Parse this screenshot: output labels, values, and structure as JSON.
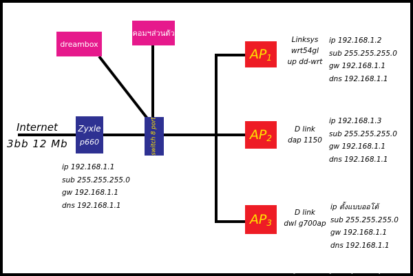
{
  "colors": {
    "pink": "#e6198c",
    "blue": "#2e3192",
    "red": "#ee1c25",
    "ap_text": "#ffe600"
  },
  "internet": {
    "line1": "Internet",
    "line2": "3bb 12 Mb"
  },
  "modem": {
    "line1": "Zyxle",
    "line2": "p660",
    "ip": "ip 192.168.1.1",
    "sub": "sub 255.255.255.0",
    "gw": "gw 192.168.1.1",
    "dns": "dns 192.168.1.1"
  },
  "switch": {
    "label": "switch 8 port"
  },
  "dreambox": {
    "label": "dreambox"
  },
  "pc": {
    "label": "คอมฯส่วนตัว"
  },
  "ap1": {
    "name": "AP",
    "num": "1",
    "desc1": "Linksys",
    "desc2": "wrt54gl",
    "desc3": "up dd-wrt",
    "ip": "ip 192.168.1.2",
    "sub": "sub 255.255.255.0",
    "gw": "gw 192.168.1.1",
    "dns": "dns 192.168.1.1"
  },
  "ap2": {
    "name": "AP",
    "num": "2",
    "desc1": "D link",
    "desc2": "dap 1150",
    "ip": "ip 192.168.1.3",
    "sub": "sub 255.255.255.0",
    "gw": "gw 192.168.1.1",
    "dns": "dns 192.168.1.1"
  },
  "ap3": {
    "name": "AP",
    "num": "3",
    "desc1": "D link",
    "desc2": "dwl g700ap",
    "ip": "ip ตั้งแบบออโต้",
    "sub": "sub 255.255.255.0",
    "gw": "gw 192.168.1.1",
    "dns": "dns 192.168.1.1"
  },
  "caption": "[800x509] https://upic.me/"
}
